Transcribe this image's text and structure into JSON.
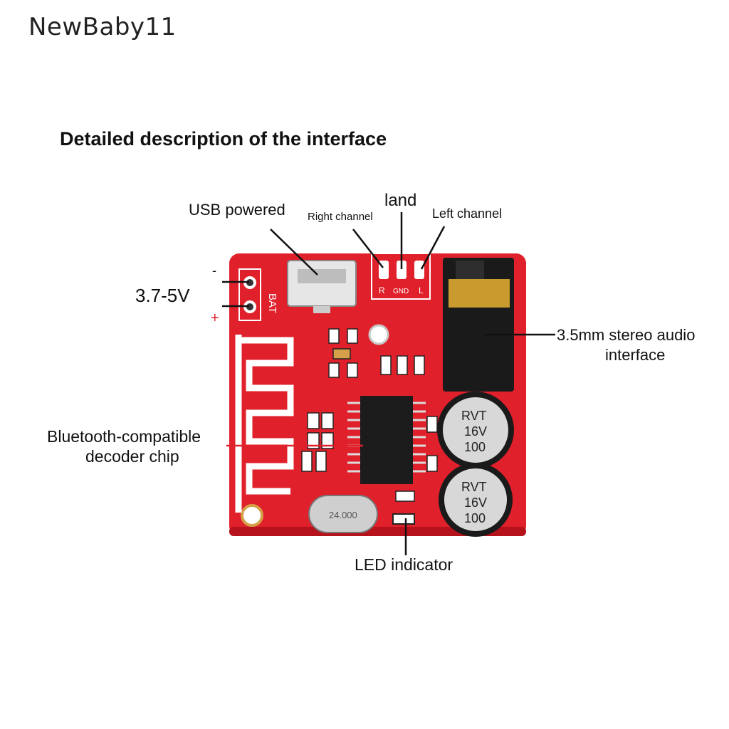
{
  "watermark": "NewBaby11",
  "title": "Detailed description of the interface",
  "labels": {
    "usb": "USB powered",
    "right_channel": "Right channel",
    "land": "land",
    "left_channel": "Left channel",
    "voltage": "3.7-5V",
    "minus": "-",
    "plus": "+",
    "audio_line1": "3.5mm stereo audio",
    "audio_line2": "interface",
    "chip_line1": "Bluetooth-compatible",
    "chip_line2": "decoder chip",
    "led": "LED indicator"
  },
  "silkscreen": {
    "bat": "BAT",
    "r": "R",
    "gnd": "GND",
    "l": "L",
    "crystal": "24.000",
    "cap_text": [
      "RVT",
      "16V",
      "100"
    ]
  },
  "colors": {
    "pcb": "#e0202a",
    "pcb_dark": "#b5121c",
    "jack": "#1a1a1a",
    "gold": "#c99a2e",
    "cap": "#d8d8d8",
    "leader": "#111111",
    "chip_leader": "#e0202a"
  }
}
